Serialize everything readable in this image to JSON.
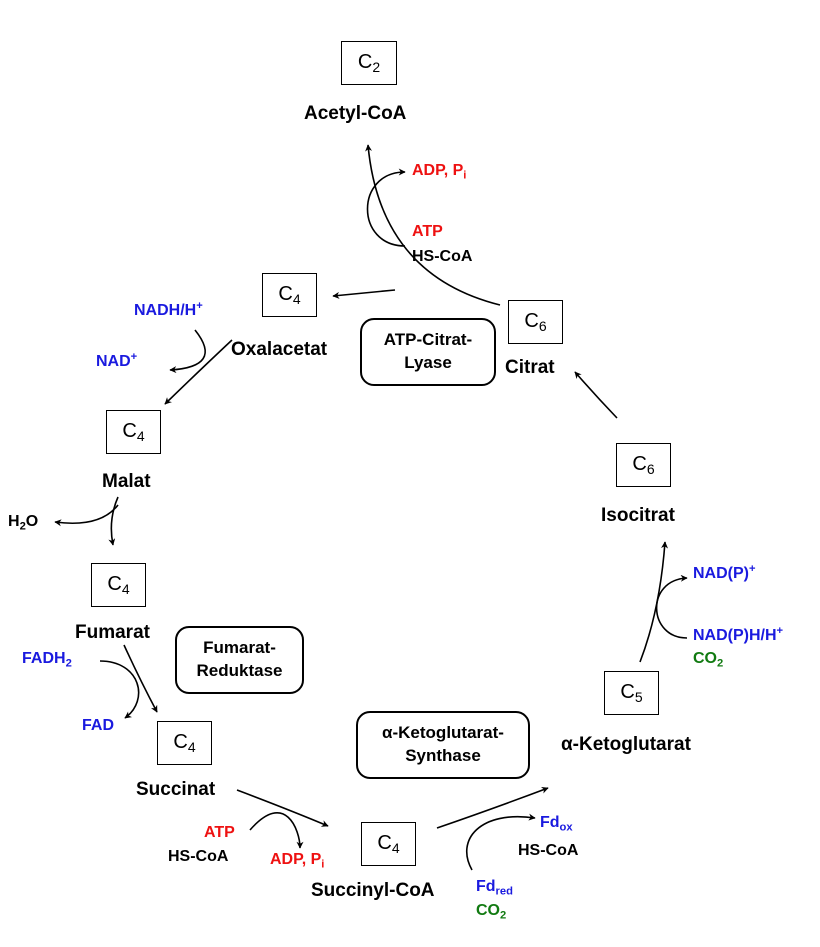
{
  "boxes": {
    "acetyl": {
      "main": "C",
      "sub": "2"
    },
    "oxal": {
      "main": "C",
      "sub": "4"
    },
    "citrat": {
      "main": "C",
      "sub": "6"
    },
    "malat": {
      "main": "C",
      "sub": "4"
    },
    "isocitrat": {
      "main": "C",
      "sub": "6"
    },
    "fumarat": {
      "main": "C",
      "sub": "4"
    },
    "succinat": {
      "main": "C",
      "sub": "4"
    },
    "akg": {
      "main": "C",
      "sub": "5"
    },
    "succoa": {
      "main": "C",
      "sub": "4"
    }
  },
  "compounds": {
    "acetyl": "Acetyl-CoA",
    "oxal": "Oxalacetat",
    "citrat": "Citrat",
    "malat": "Malat",
    "isocitrat": "Isocitrat",
    "fumarat": "Fumarat",
    "succinat": "Succinat",
    "akg": "α-Ketoglutarat",
    "succoa": "Succinyl-CoA"
  },
  "enzymes": {
    "acl": {
      "line1": "ATP-Citrat-",
      "line2": "Lyase"
    },
    "frd": {
      "line1": "Fumarat-",
      "line2": "Reduktase"
    },
    "akgs": {
      "line1": "α-Ketoglutarat-",
      "line2": "Synthase"
    }
  },
  "cofactors": {
    "acl_adp": {
      "main": "ADP, P",
      "sub": "i"
    },
    "acl_atp": "ATP",
    "acl_hscoa": "HS-CoA",
    "nadh": {
      "main": "NADH/H",
      "sup": "+"
    },
    "nad": {
      "main": "NAD",
      "sup": "+"
    },
    "h2o": {
      "main": "H",
      "sub": "2",
      "tail": "O"
    },
    "fadh2": {
      "main": "FADH",
      "sub": "2"
    },
    "fad": "FAD",
    "suc_atp": "ATP",
    "suc_hscoa": "HS-CoA",
    "suc_adp": {
      "main": "ADP, P",
      "sub": "i"
    },
    "fdox": {
      "main": "Fd",
      "sub": "ox"
    },
    "akg_hscoa": "HS-CoA",
    "fdred": {
      "main": "Fd",
      "sub": "red"
    },
    "akg_co2": {
      "main": "CO",
      "sub": "2"
    },
    "nadp": {
      "main": "NAD(P)",
      "sup": "+"
    },
    "nadph": {
      "main": "NAD(P)H/H",
      "sup": "+"
    },
    "ico_co2": {
      "main": "CO",
      "sub": "2"
    }
  },
  "colors": {
    "atp_adp": "#ee1111",
    "redox": "#1a1adf",
    "co2": "#117a11",
    "default": "#000000"
  }
}
